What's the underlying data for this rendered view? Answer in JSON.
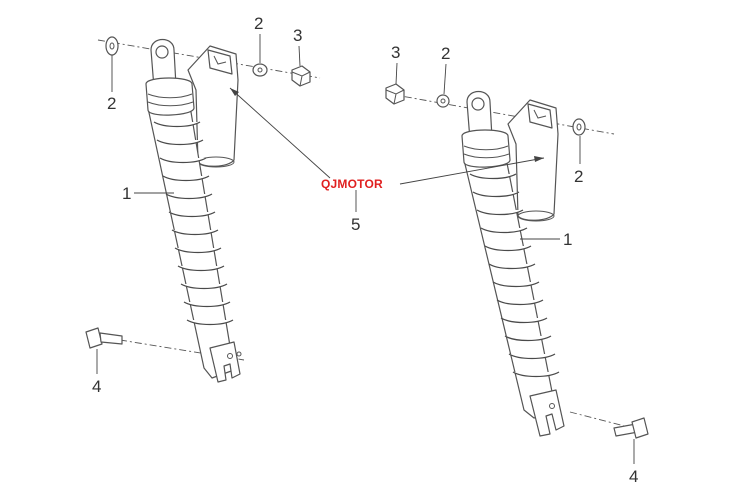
{
  "brand": {
    "text": "QJMOTOR",
    "color": "#e02020"
  },
  "callouts": {
    "left_shock": "1",
    "right_shock": "1",
    "washer_top_left_a": "2",
    "washer_top_left_b": "2",
    "washer_top_right_a": "2",
    "washer_top_right_b": "2",
    "nut_left": "3",
    "nut_right": "3",
    "bolt_left": "4",
    "bolt_right": "4",
    "reservoir": "5"
  },
  "colors": {
    "line": "#555555",
    "text": "#333333",
    "brand": "#e02020"
  }
}
